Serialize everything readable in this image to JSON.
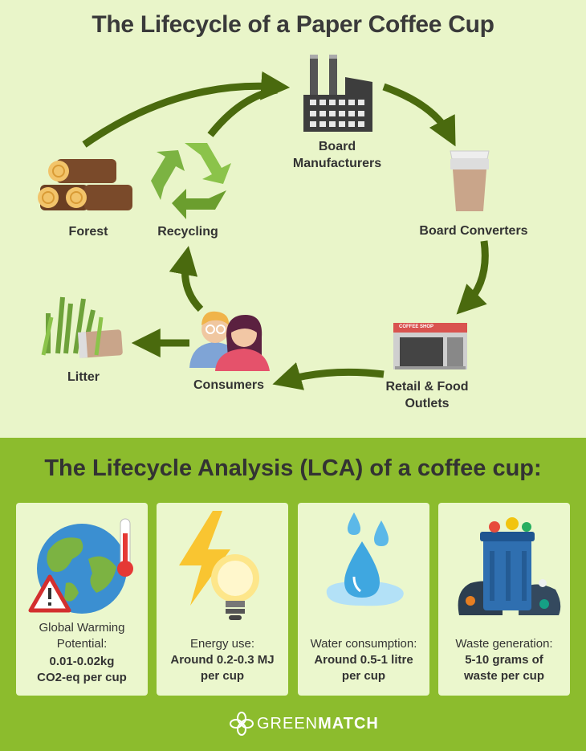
{
  "title": "The Lifecycle of a Paper Coffee Cup",
  "nodes": {
    "forest": "Forest",
    "recycling": "Recycling",
    "board_manufacturers_1": "Board",
    "board_manufacturers_2": "Manufacturers",
    "board_converters": "Board Converters",
    "retail_1": "Retail & Food",
    "retail_2": "Outlets",
    "consumers": "Consumers",
    "litter": "Litter",
    "shop_sign": "COFFEE SHOP"
  },
  "lca": {
    "title": "The Lifecycle Analysis (LCA) of a coffee cup:",
    "cards": [
      {
        "label_1": "Global Warming",
        "label_2": "Potential:",
        "value_1": "0.01-0.02kg",
        "value_2": "CO2-eq per cup"
      },
      {
        "label_1": "Energy use:",
        "value_1": "Around 0.2-0.3 MJ",
        "value_2": "per cup"
      },
      {
        "label_1": "Water consumption:",
        "value_1": "Around 0.5-1 litre",
        "value_2": "per cup"
      },
      {
        "label_1": "Waste generation:",
        "value_1": "5-10 grams of",
        "value_2": "waste per cup"
      }
    ]
  },
  "brand": {
    "part1": "GREEN",
    "part2": "MATCH"
  },
  "colors": {
    "top_bg": "#e9f5c9",
    "bottom_bg": "#8cbc2d",
    "arrow": "#4a6a0e",
    "card_bg": "#ebf7cd"
  }
}
